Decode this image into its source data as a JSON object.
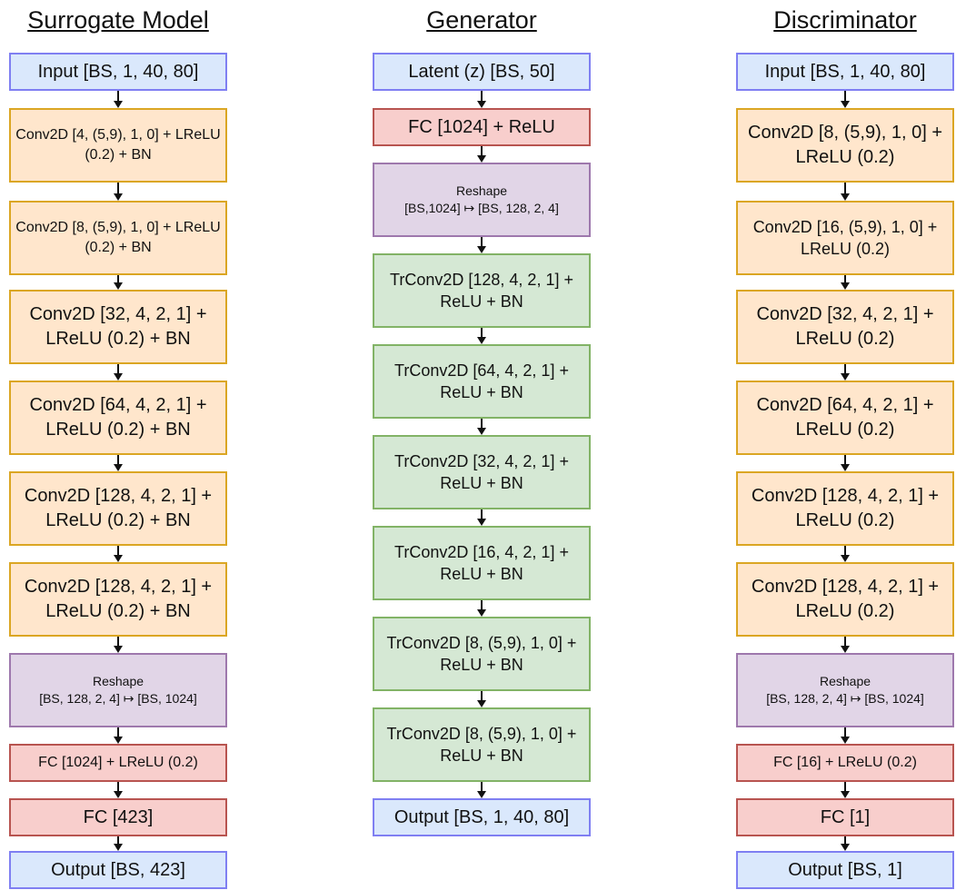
{
  "columns": [
    {
      "title": "Surrogate Model",
      "blocks": [
        {
          "text": "Input [BS, 1, 40, 80]",
          "kind": "blue"
        },
        {
          "text": "Conv2D [4, (5,9), 1, 0] + LReLU (0.2) + BN",
          "kind": "orange"
        },
        {
          "text": "Conv2D [8, (5,9), 1, 0] + LReLU (0.2) + BN",
          "kind": "orange"
        },
        {
          "text": "Conv2D [32, 4, 2, 1] + LReLU (0.2) + BN",
          "kind": "orange"
        },
        {
          "text": "Conv2D [64, 4, 2, 1] + LReLU (0.2) + BN",
          "kind": "orange"
        },
        {
          "text": "Conv2D [128, 4, 2, 1] + LReLU (0.2) + BN",
          "kind": "orange"
        },
        {
          "text": "Conv2D [128, 4, 2, 1] + LReLU (0.2) + BN",
          "kind": "orange"
        },
        {
          "text": "Reshape",
          "text2": "[BS, 128, 2, 4] ↦ [BS, 1024]",
          "kind": "purple"
        },
        {
          "text": "FC [1024] + LReLU (0.2)",
          "kind": "red"
        },
        {
          "text": "FC [423]",
          "kind": "red"
        },
        {
          "text": "Output [BS, 423]",
          "kind": "blue"
        }
      ]
    },
    {
      "title": "Generator",
      "blocks": [
        {
          "text": "Latent (z) [BS, 50]",
          "kind": "blue"
        },
        {
          "text": "FC [1024] + ReLU",
          "kind": "red"
        },
        {
          "text": "Reshape",
          "text2": "[BS,1024] ↦ [BS, 128, 2, 4]",
          "kind": "purple"
        },
        {
          "text": "TrConv2D [128, 4, 2, 1] + ReLU + BN",
          "kind": "green"
        },
        {
          "text": "TrConv2D [64, 4, 2, 1] + ReLU + BN",
          "kind": "green"
        },
        {
          "text": "TrConv2D [32, 4, 2, 1] + ReLU + BN",
          "kind": "green"
        },
        {
          "text": "TrConv2D [16, 4, 2, 1] + ReLU + BN",
          "kind": "green"
        },
        {
          "text": "TrConv2D [8, (5,9), 1, 0] + ReLU + BN",
          "kind": "green"
        },
        {
          "text": "TrConv2D [8, (5,9), 1, 0] + ReLU + BN",
          "kind": "green"
        },
        {
          "text": "Output [BS, 1, 40, 80]",
          "kind": "blue"
        }
      ]
    },
    {
      "title": "Discriminator",
      "blocks": [
        {
          "text": "Input [BS, 1, 40, 80]",
          "kind": "blue"
        },
        {
          "text": "Conv2D [8, (5,9), 1, 0] + LReLU (0.2)",
          "kind": "orange"
        },
        {
          "text": "Conv2D [16, (5,9), 1, 0] + LReLU (0.2)",
          "kind": "orange"
        },
        {
          "text": "Conv2D [32, 4, 2, 1] + LReLU (0.2)",
          "kind": "orange"
        },
        {
          "text": "Conv2D [64, 4, 2, 1] + LReLU (0.2)",
          "kind": "orange"
        },
        {
          "text": "Conv2D [128, 4, 2, 1] + LReLU (0.2)",
          "kind": "orange"
        },
        {
          "text": "Conv2D [128, 4, 2, 1] + LReLU (0.2)",
          "kind": "orange"
        },
        {
          "text": "Reshape",
          "text2": "[BS, 128, 2, 4] ↦ [BS, 1024]",
          "kind": "purple"
        },
        {
          "text": "FC [16] + LReLU (0.2)",
          "kind": "red"
        },
        {
          "text": "FC [1]",
          "kind": "red"
        },
        {
          "text": "Output [BS, 1]",
          "kind": "blue"
        }
      ]
    }
  ]
}
